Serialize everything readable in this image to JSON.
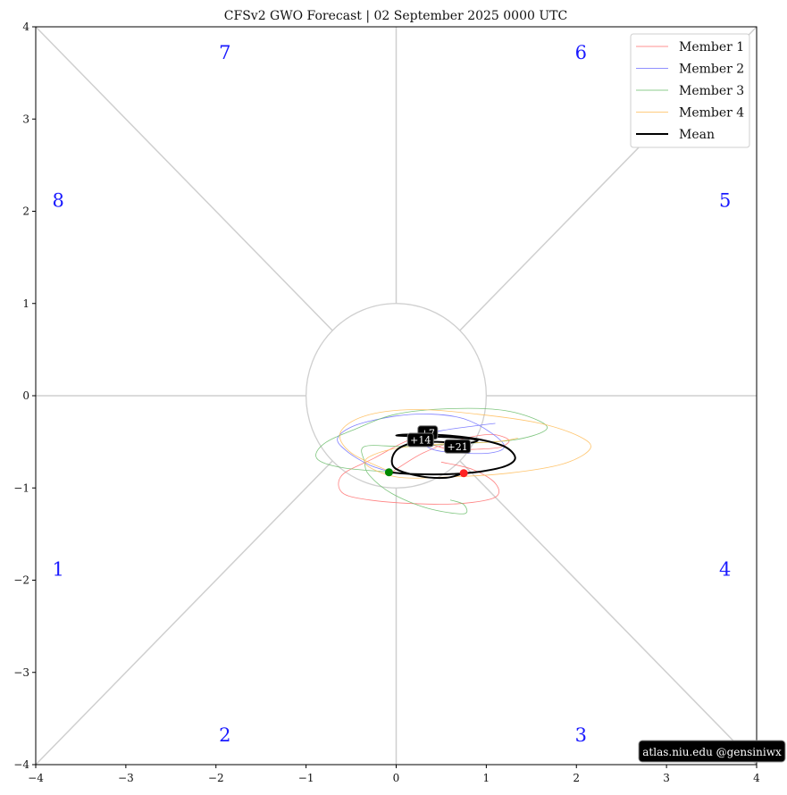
{
  "chart_data": {
    "type": "line",
    "title": "CFSv2 GWO Forecast   |   02  September  2025 0000 UTC",
    "xlabel": "",
    "ylabel": "",
    "xlim": [
      -4,
      4
    ],
    "ylim": [
      -4,
      4
    ],
    "xticks": [
      "−4",
      "−3",
      "−2",
      "−1",
      "0",
      "1",
      "2",
      "3",
      "4"
    ],
    "yticks": [
      "4",
      "3",
      "2",
      "1",
      "0",
      "−1",
      "−2",
      "−3",
      "−4"
    ],
    "grid": false,
    "legend_position": "top-right",
    "phase_labels": [
      {
        "label": "1",
        "x": -3.75,
        "y": -1.95
      },
      {
        "label": "2",
        "x": -1.9,
        "y": -3.75
      },
      {
        "label": "3",
        "x": 2.05,
        "y": -3.75
      },
      {
        "label": "4",
        "x": 3.65,
        "y": -1.95
      },
      {
        "label": "5",
        "x": 3.65,
        "y": 2.05
      },
      {
        "label": "6",
        "x": 2.05,
        "y": 3.65
      },
      {
        "label": "7",
        "x": -1.9,
        "y": 3.65
      },
      {
        "label": "8",
        "x": -3.75,
        "y": 2.05
      }
    ],
    "series": [
      {
        "name": "Member 1",
        "color": "#ff6b6b",
        "points": [
          [
            -0.05,
            -0.83
          ],
          [
            0.3,
            -0.62
          ],
          [
            0.7,
            -0.48
          ],
          [
            1.05,
            -0.42
          ],
          [
            1.25,
            -0.48
          ],
          [
            1.15,
            -0.56
          ],
          [
            0.9,
            -0.58
          ],
          [
            0.6,
            -0.58
          ],
          [
            0.35,
            -0.52
          ],
          [
            0.15,
            -0.48
          ],
          [
            -0.25,
            -0.68
          ],
          [
            -0.6,
            -0.86
          ],
          [
            -0.6,
            -1.05
          ],
          [
            -0.3,
            -1.13
          ],
          [
            0.2,
            -1.17
          ],
          [
            0.7,
            -1.17
          ],
          [
            1.1,
            -1.1
          ],
          [
            1.1,
            -0.95
          ],
          [
            0.85,
            -0.8
          ],
          [
            0.5,
            -0.72
          ]
        ]
      },
      {
        "name": "Member 2",
        "color": "#6b6bff",
        "points": [
          [
            -0.05,
            -0.83
          ],
          [
            -0.3,
            -0.75
          ],
          [
            -0.55,
            -0.6
          ],
          [
            -0.65,
            -0.46
          ],
          [
            -0.45,
            -0.32
          ],
          [
            0.0,
            -0.22
          ],
          [
            0.4,
            -0.2
          ],
          [
            0.75,
            -0.25
          ],
          [
            1.05,
            -0.4
          ],
          [
            1.2,
            -0.55
          ],
          [
            1.05,
            -0.62
          ],
          [
            0.7,
            -0.62
          ],
          [
            0.4,
            -0.58
          ],
          [
            0.25,
            -0.45
          ],
          [
            0.5,
            -0.38
          ],
          [
            0.85,
            -0.33
          ],
          [
            1.1,
            -0.3
          ]
        ]
      },
      {
        "name": "Member 3",
        "color": "#66bb66",
        "points": [
          [
            -0.05,
            -0.83
          ],
          [
            -0.6,
            -0.78
          ],
          [
            -0.88,
            -0.68
          ],
          [
            -0.8,
            -0.52
          ],
          [
            -0.45,
            -0.36
          ],
          [
            0.0,
            -0.2
          ],
          [
            0.6,
            -0.14
          ],
          [
            1.2,
            -0.16
          ],
          [
            1.6,
            -0.28
          ],
          [
            1.65,
            -0.38
          ],
          [
            1.3,
            -0.48
          ],
          [
            0.7,
            -0.52
          ],
          [
            0.1,
            -0.55
          ],
          [
            -0.35,
            -0.55
          ],
          [
            -0.35,
            -0.72
          ],
          [
            -0.3,
            -0.86
          ],
          [
            -0.05,
            -1.06
          ],
          [
            0.35,
            -1.22
          ],
          [
            0.75,
            -1.28
          ],
          [
            0.75,
            -1.18
          ],
          [
            0.6,
            -1.13
          ]
        ]
      },
      {
        "name": "Member 4",
        "color": "#ffbb55",
        "points": [
          [
            -0.05,
            -0.83
          ],
          [
            -0.5,
            -0.62
          ],
          [
            -0.62,
            -0.4
          ],
          [
            -0.35,
            -0.22
          ],
          [
            0.2,
            -0.15
          ],
          [
            0.9,
            -0.2
          ],
          [
            1.6,
            -0.3
          ],
          [
            2.05,
            -0.45
          ],
          [
            2.15,
            -0.58
          ],
          [
            1.85,
            -0.74
          ],
          [
            1.25,
            -0.84
          ],
          [
            0.6,
            -0.88
          ],
          [
            0.0,
            -0.88
          ],
          [
            -0.35,
            -0.72
          ],
          [
            -0.05,
            -0.58
          ],
          [
            0.55,
            -0.52
          ],
          [
            1.1,
            -0.5
          ],
          [
            1.35,
            -0.46
          ]
        ]
      },
      {
        "name": "Mean",
        "color": "#000000",
        "points": [
          [
            -0.08,
            -0.83
          ],
          [
            0.2,
            -0.85
          ],
          [
            0.6,
            -0.85
          ],
          [
            0.95,
            -0.82
          ],
          [
            1.22,
            -0.76
          ],
          [
            1.32,
            -0.67
          ],
          [
            1.2,
            -0.55
          ],
          [
            0.9,
            -0.47
          ],
          [
            0.55,
            -0.43
          ],
          [
            0.2,
            -0.42
          ],
          [
            0.0,
            -0.43
          ],
          [
            0.2,
            -0.44
          ],
          [
            0.6,
            -0.45
          ],
          [
            0.9,
            -0.48
          ],
          [
            0.75,
            -0.52
          ],
          [
            0.45,
            -0.5
          ],
          [
            0.15,
            -0.52
          ],
          [
            -0.02,
            -0.62
          ],
          [
            -0.02,
            -0.78
          ],
          [
            0.25,
            -0.87
          ],
          [
            0.55,
            -0.89
          ],
          [
            0.75,
            -0.84
          ]
        ]
      }
    ],
    "start_point": {
      "x": -0.08,
      "y": -0.83,
      "color": "#008800"
    },
    "end_point": {
      "x": 0.75,
      "y": -0.84,
      "color": "#ff2222"
    },
    "lead_labels": [
      {
        "label": "+7",
        "x": 0.35,
        "y": -0.4
      },
      {
        "label": "+14",
        "x": 0.27,
        "y": -0.48
      },
      {
        "label": "+21",
        "x": 0.68,
        "y": -0.55
      }
    ],
    "unit_circle_radius": 1,
    "credit": "atlas.niu.edu  @gensiniwx"
  }
}
